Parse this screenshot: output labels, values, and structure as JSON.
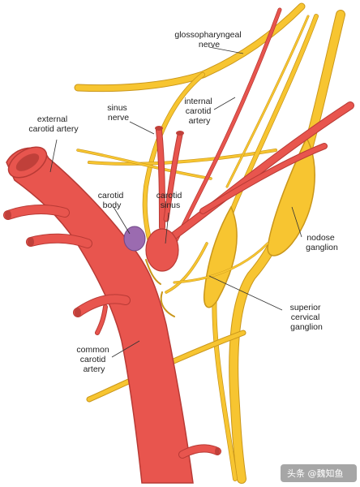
{
  "labels": {
    "glossopharyngeal": [
      "glossopharyngeal",
      "nerve"
    ],
    "sinus_nerve": [
      "sinus",
      "nerve"
    ],
    "internal_carotid": [
      "internal",
      "carotid",
      "artery"
    ],
    "external_carotid": [
      "external",
      "carotid artery"
    ],
    "carotid_body": [
      "carotid",
      "body"
    ],
    "carotid_sinus": [
      "carotid",
      "sinus"
    ],
    "nodose_ganglion": [
      "nodose",
      "ganglion"
    ],
    "superior_cervical": [
      "superior",
      "cervical",
      "ganglion"
    ],
    "common_carotid": [
      "common",
      "carotid",
      "artery"
    ]
  },
  "watermark": "头条 @魏知鱼",
  "colors": {
    "artery": "#E8554E",
    "artery_dark": "#B83A35",
    "nerve": "#F7C531",
    "nerve_dark": "#C9961A",
    "carotid_body": "#9B6BB0",
    "background": "#FFFFFF"
  }
}
